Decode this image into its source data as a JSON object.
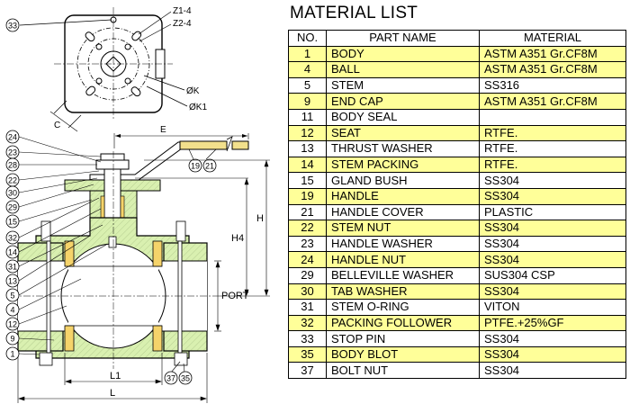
{
  "list": {
    "title": "MATERIAL LIST",
    "headers": [
      "NO.",
      "PART NAME",
      "MATERIAL"
    ],
    "highlight_color": "#ffff99",
    "rows": [
      {
        "no": "1",
        "name": "BODY",
        "material": "ASTM A351 Gr.CF8M",
        "highlight": true
      },
      {
        "no": "4",
        "name": "BALL",
        "material": "ASTM A351 Gr.CF8M",
        "highlight": true
      },
      {
        "no": "5",
        "name": "STEM",
        "material": "SS316",
        "highlight": false
      },
      {
        "no": "9",
        "name": "END CAP",
        "material": "ASTM A351 Gr.CF8M",
        "highlight": true
      },
      {
        "no": "11",
        "name": "BODY SEAL",
        "material": "",
        "highlight": false
      },
      {
        "no": "12",
        "name": "SEAT",
        "material": "RTFE.",
        "highlight": true
      },
      {
        "no": "13",
        "name": "THRUST WASHER",
        "material": "RTFE.",
        "highlight": false
      },
      {
        "no": "14",
        "name": "STEM PACKING",
        "material": "RTFE.",
        "highlight": true
      },
      {
        "no": "15",
        "name": "GLAND BUSH",
        "material": "SS304",
        "highlight": false
      },
      {
        "no": "19",
        "name": "HANDLE",
        "material": "SS304",
        "highlight": true
      },
      {
        "no": "21",
        "name": "HANDLE COVER",
        "material": "PLASTIC",
        "highlight": false
      },
      {
        "no": "22",
        "name": "STEM NUT",
        "material": "SS304",
        "highlight": true
      },
      {
        "no": "23",
        "name": "HANDLE WASHER",
        "material": "SS304",
        "highlight": false
      },
      {
        "no": "24",
        "name": "HANDLE NUT",
        "material": "SS304",
        "highlight": true
      },
      {
        "no": "29",
        "name": "BELLEVILLE WASHER",
        "material": "SUS304 CSP",
        "highlight": false
      },
      {
        "no": "30",
        "name": "TAB WASHER",
        "material": "SS304",
        "highlight": true
      },
      {
        "no": "31",
        "name": "STEM O-RING",
        "material": "VITON",
        "highlight": false
      },
      {
        "no": "32",
        "name": "PACKING FOLLOWER",
        "material": "PTFE.+25%GF",
        "highlight": true
      },
      {
        "no": "33",
        "name": "STOP PIN",
        "material": "SS304",
        "highlight": false
      },
      {
        "no": "35",
        "name": "BODY BLOT",
        "material": "SS304",
        "highlight": true
      },
      {
        "no": "37",
        "name": "BOLT NUT",
        "material": "SS304",
        "highlight": false
      }
    ]
  },
  "drawing": {
    "body_color": "#d9f0b0",
    "seat_color": "#f5d36a",
    "handle_color": "#f2e08c",
    "dims": {
      "z1": "Z1-4",
      "z2": "Z2-4",
      "k": "ØK",
      "k1": "ØK1",
      "c": "C",
      "e": "E",
      "h": "H",
      "h4": "H4",
      "port": "PORT",
      "l1": "L1",
      "l": "L"
    },
    "callouts_left": [
      "24",
      "23",
      "28",
      "22",
      "30",
      "29",
      "15",
      "32",
      "14",
      "31",
      "13",
      "5",
      "4",
      "12",
      "9",
      "1"
    ],
    "callout_top": "33",
    "callouts_handle": [
      "19",
      "21"
    ],
    "callouts_bottom": [
      "37",
      "35"
    ]
  }
}
